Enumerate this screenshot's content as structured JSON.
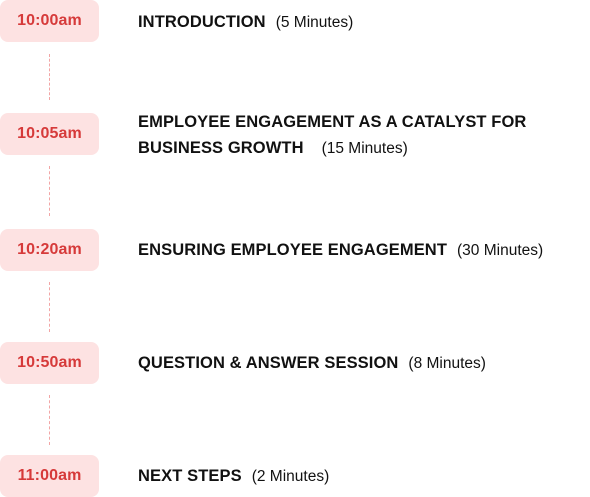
{
  "agenda": {
    "items": [
      {
        "time": "10:00am",
        "title": "INTRODUCTION",
        "duration": "(5 Minutes)"
      },
      {
        "time": "10:05am",
        "title": "EMPLOYEE ENGAGEMENT AS A CATALYST FOR BUSINESS GROWTH",
        "duration": "(15 Minutes)"
      },
      {
        "time": "10:20am",
        "title": "ENSURING EMPLOYEE ENGAGEMENT",
        "duration": "(30 Minutes)"
      },
      {
        "time": "10:50am",
        "title": "QUESTION & ANSWER SESSION",
        "duration": "(8 Minutes)"
      },
      {
        "time": "11:00am",
        "title": "NEXT STEPS",
        "duration": "(2 Minutes)"
      }
    ]
  },
  "colors": {
    "badge_background": "#fde2e2",
    "badge_text": "#d63a3a",
    "connector": "#f2a5a5",
    "text": "#111111"
  }
}
